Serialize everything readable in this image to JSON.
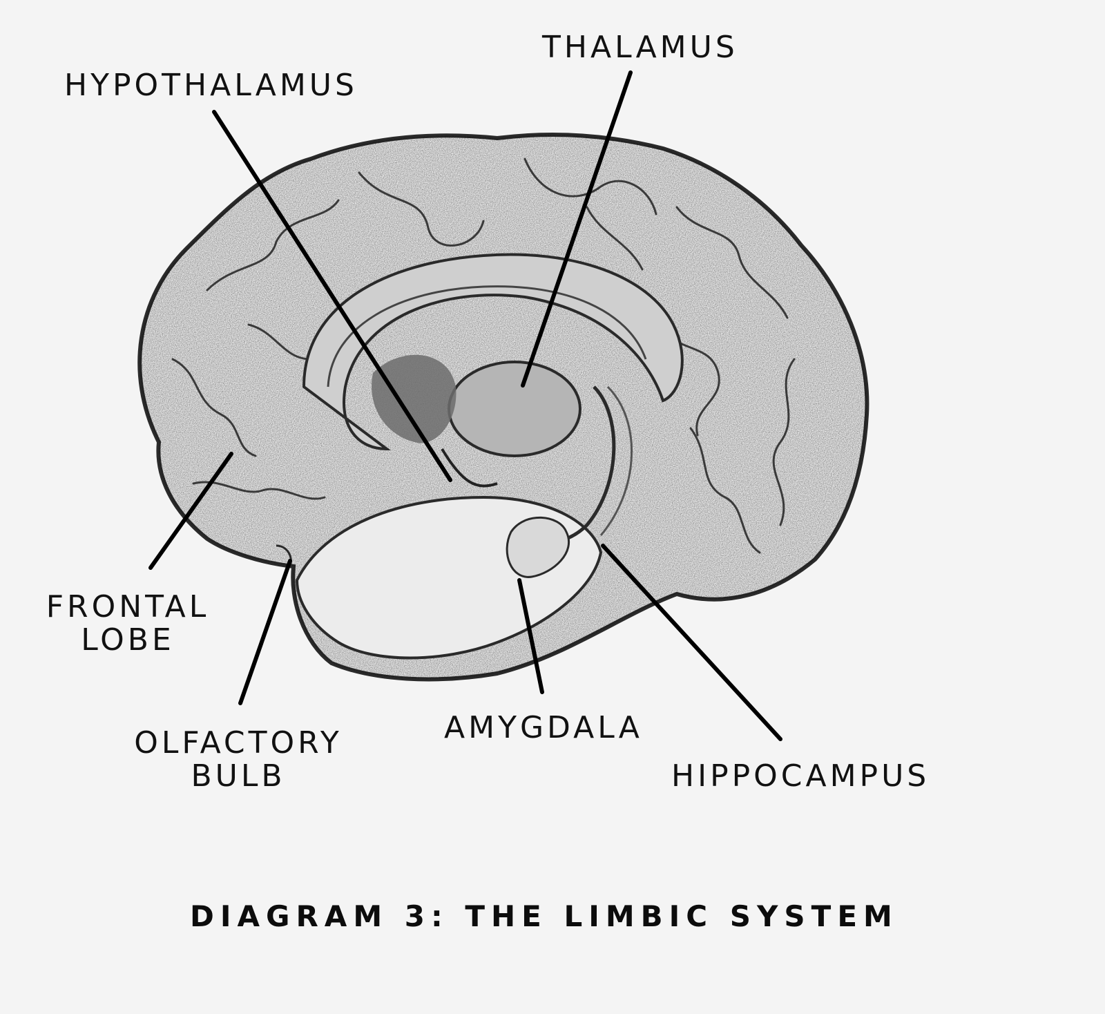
{
  "labels": {
    "thalamus": "THALAMUS",
    "hypothalamus": "HYPOTHALAMUS",
    "frontal_lobe": "FRONTAL\nLOBE",
    "olfactory_bulb": "OLFACTORY\nBULB",
    "amygdala": "AMYGDALA",
    "hippocampus": "HIPPOCAMPUS"
  },
  "caption": "DIAGRAM 3: THE LIMBIC SYSTEM"
}
